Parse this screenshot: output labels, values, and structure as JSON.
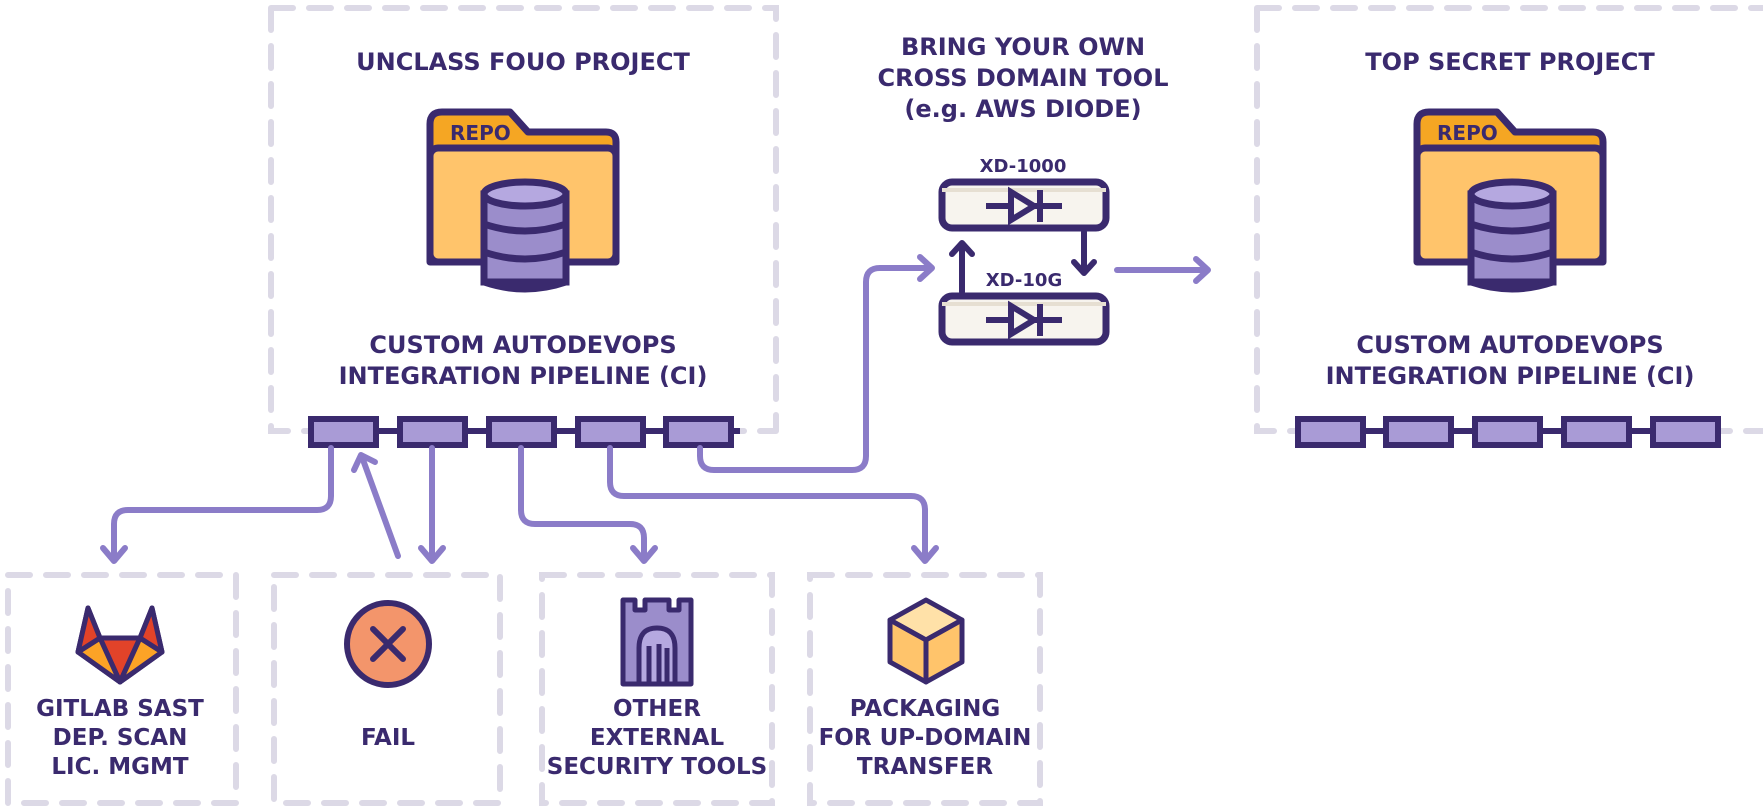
{
  "colors": {
    "ink": "#3a2a6e",
    "dash": "#dcd9e6",
    "arrow": "#8b7cc8",
    "stage_fill": "#a99bd6",
    "folder_back": "#f5a623",
    "folder_front": "#ffc46b",
    "db": "#9b8dcb",
    "fail": "#f3956b",
    "box_top": "#ffe1a8",
    "box_side": "#ffc46b",
    "castle": "#9b8dcb",
    "gitlab_dark": "#e24329",
    "gitlab_mid": "#fc6d26",
    "gitlab_light": "#fca326"
  },
  "left_project": {
    "title": "UNCLASS FOUO PROJECT",
    "repo_label": "REPO",
    "pipeline_label_line1": "CUSTOM AUTODEVOPS",
    "pipeline_label_line2": "INTEGRATION PIPELINE (CI)",
    "repo_icon": "folder-database-icon"
  },
  "cross_domain": {
    "title_line1": "BRING YOUR OWN",
    "title_line2": "CROSS DOMAIN TOOL",
    "title_line3": "(e.g. AWS DIODE)",
    "device1_label": "XD-1000",
    "device2_label": "XD-10G",
    "device_icon": "diode-icon"
  },
  "right_project": {
    "title": "TOP SECRET PROJECT",
    "repo_label": "REPO",
    "pipeline_label_line1": "CUSTOM AUTODEVOPS",
    "pipeline_label_line2": "INTEGRATION PIPELINE (CI)",
    "repo_icon": "folder-database-icon"
  },
  "tools": [
    {
      "name": "gitlab",
      "icon": "gitlab-fox-icon",
      "lines": [
        "GITLAB SAST",
        "DEP. SCAN",
        "LIC. MGMT"
      ]
    },
    {
      "name": "fail",
      "icon": "x-circle-icon",
      "lines": [
        "FAIL"
      ]
    },
    {
      "name": "external-security",
      "icon": "castle-tower-icon",
      "lines": [
        "OTHER",
        "EXTERNAL",
        "SECURITY TOOLS"
      ]
    },
    {
      "name": "packaging",
      "icon": "package-box-icon",
      "lines": [
        "PACKAGING",
        "FOR UP-DOMAIN",
        "TRANSFER"
      ]
    }
  ]
}
